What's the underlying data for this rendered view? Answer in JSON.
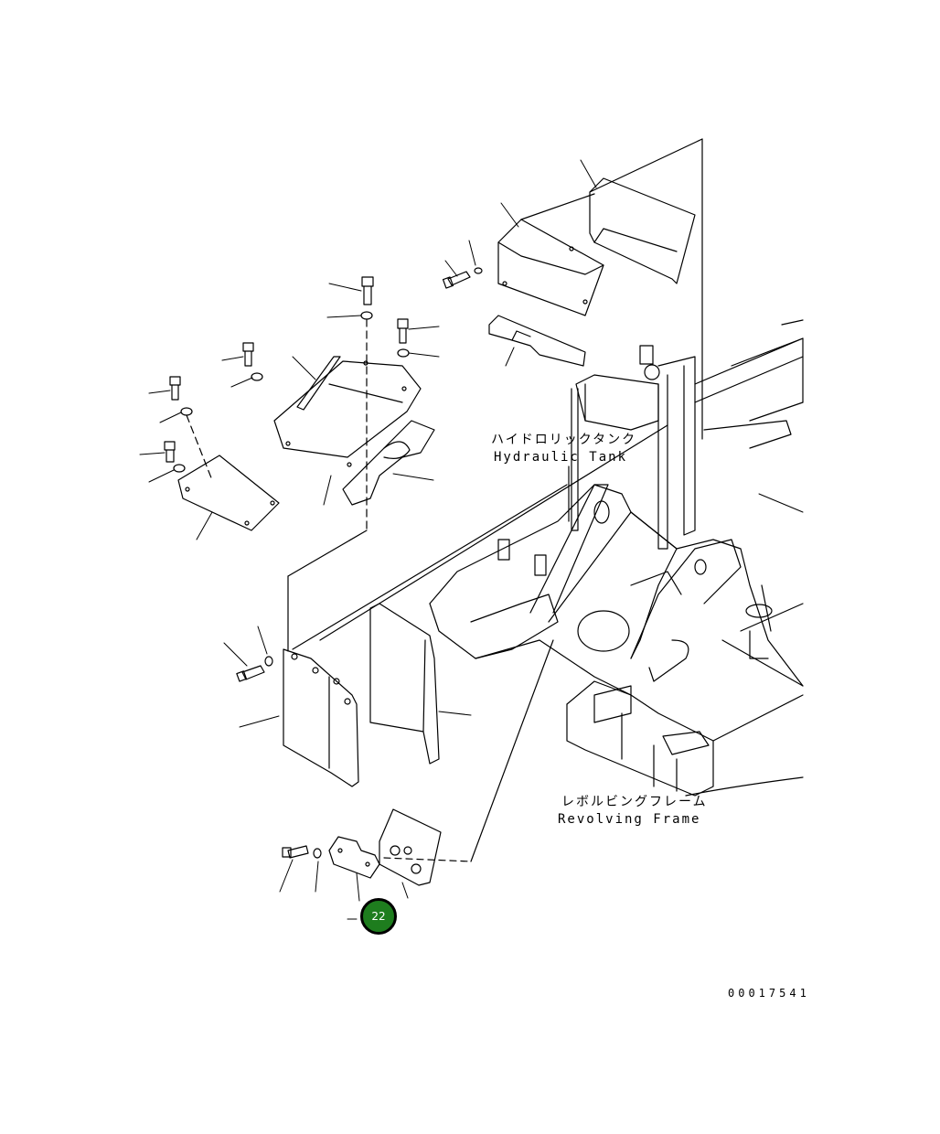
{
  "labels": {
    "hydraulic_tank_jp": "ハイドロリックタンク",
    "hydraulic_tank_en": "Hydraulic Tank",
    "revolving_frame_jp": "レボルビングフレーム",
    "revolving_frame_en": "Revolving Frame"
  },
  "callout": {
    "number": "22"
  },
  "drawing_number": "00017541"
}
